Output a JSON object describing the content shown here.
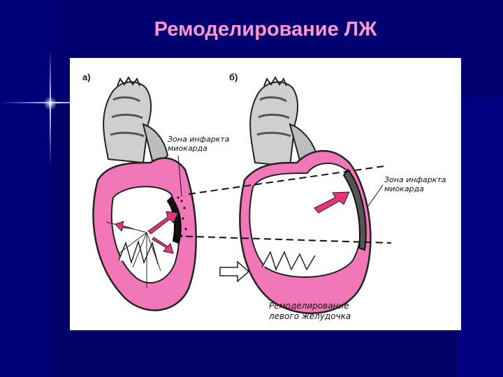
{
  "slide": {
    "title": "Ремоделирование ЛЖ"
  },
  "figure": {
    "panel_a_label": "а)",
    "panel_b_label": "б)",
    "label_infarct_a_line1": "Зона инфаркта",
    "label_infarct_a_line2": "миокарда",
    "label_infarct_b_line1": "Зона инфаркта",
    "label_infarct_b_line2": "миокарда",
    "label_remodel_line1": "Ремоделирование",
    "label_remodel_line2": "левого желудочка"
  },
  "colors": {
    "background": "#000066",
    "title": "#ff99cc",
    "myocardium_pink": "#f277b8",
    "arrow_pink": "#e8337a",
    "infarct_dark": "#111111"
  }
}
